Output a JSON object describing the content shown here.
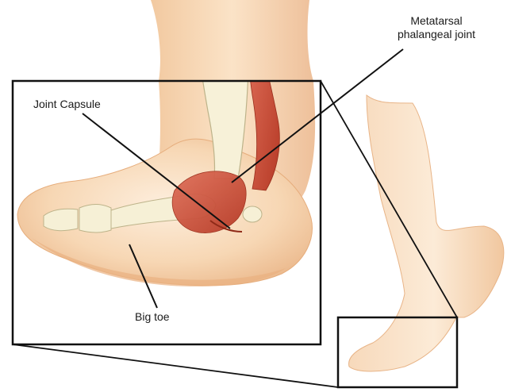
{
  "labels": {
    "joint_capsule": "Joint Capsule",
    "big_toe": "Big toe",
    "mtp_joint": "Metatarsal phalangeal joint"
  },
  "colors": {
    "skin_light": "#fbe6cc",
    "skin_mid": "#f3cda5",
    "skin_dark": "#e8b385",
    "bone": "#f6f0d6",
    "bone_outline": "#bdb38a",
    "muscle": "#d2523d",
    "muscle_dark": "#a8331f",
    "frame": "#111111"
  }
}
